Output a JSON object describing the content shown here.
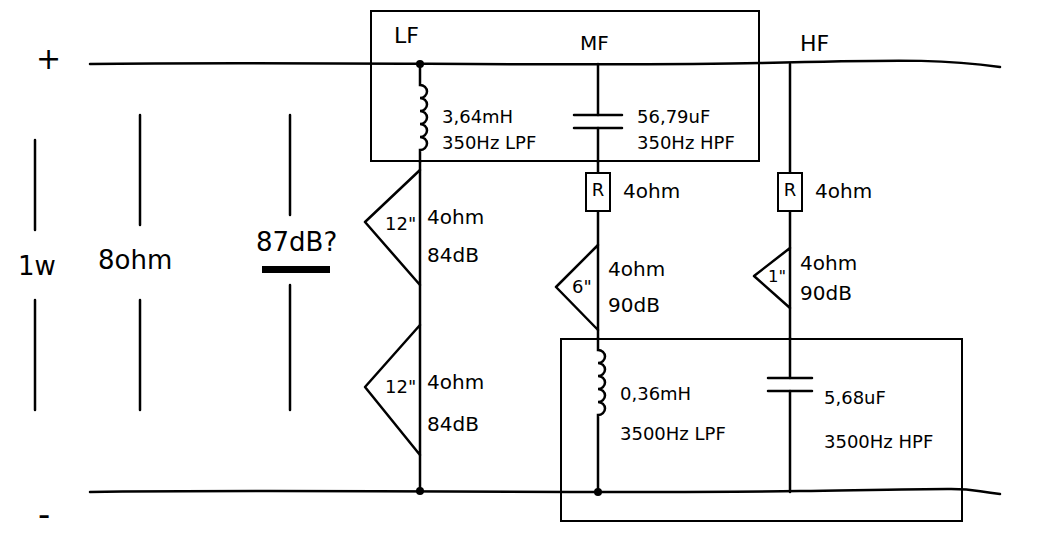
{
  "diagram": {
    "nodes": [
      {
        "text": [
          "LF",
          "MF",
          "3,64mH 350Hz LPF",
          "56,79uF 350Hz HPF"
        ]
      },
      {
        "text": [
          "12\"",
          "4ohm 84dB"
        ]
      },
      {
        "text": [
          "R",
          "4ohm"
        ]
      },
      {
        "text": [
          "R",
          "4ohm"
        ]
      },
      {
        "text": [
          "6\"",
          "4ohm 90dB"
        ]
      },
      {
        "text": [
          "1\"",
          "4ohm 90dB"
        ]
      },
      {
        "text": [
          "12\"",
          "4ohm 84dB"
        ]
      },
      {
        "text": [
          "0,36mH 3500Hz LPF",
          "5,68uF 3500Hz HPF"
        ]
      }
    ],
    "edges": [
      {
        "from": 0,
        "to": 1,
        "arrow": "none"
      },
      {
        "from": 0,
        "to": 2,
        "arrow": "none"
      },
      {
        "from": 1,
        "to": 6,
        "arrow": "none"
      },
      {
        "from": 2,
        "to": 4,
        "arrow": "none"
      },
      {
        "from": 3,
        "to": 5,
        "arrow": "none"
      },
      {
        "from": 4,
        "to": 7,
        "arrow": "none"
      },
      {
        "from": 5,
        "to": 7,
        "arrow": "none"
      }
    ],
    "labels": [
      "+",
      "-",
      "1w",
      "8ohm",
      "87dB?",
      "HF"
    ]
  }
}
